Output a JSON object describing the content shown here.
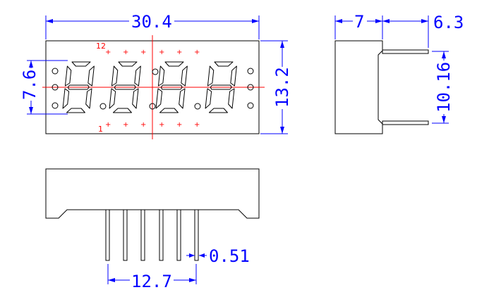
{
  "dimensions": {
    "front_width": "30.4",
    "front_height": "13.2",
    "digit_height": "7.6",
    "side_depth": "7",
    "pin_length": "6.3",
    "row_spacing": "10.16",
    "pin_pitch_span": "12.7",
    "pin_width": "0.51"
  },
  "pin_labels": {
    "top_left": "12",
    "bottom_left": "1"
  },
  "pin_marker": "+",
  "colors": {
    "outline": "#000000",
    "dimension": "#0000ff",
    "centerline": "#ff0000"
  }
}
